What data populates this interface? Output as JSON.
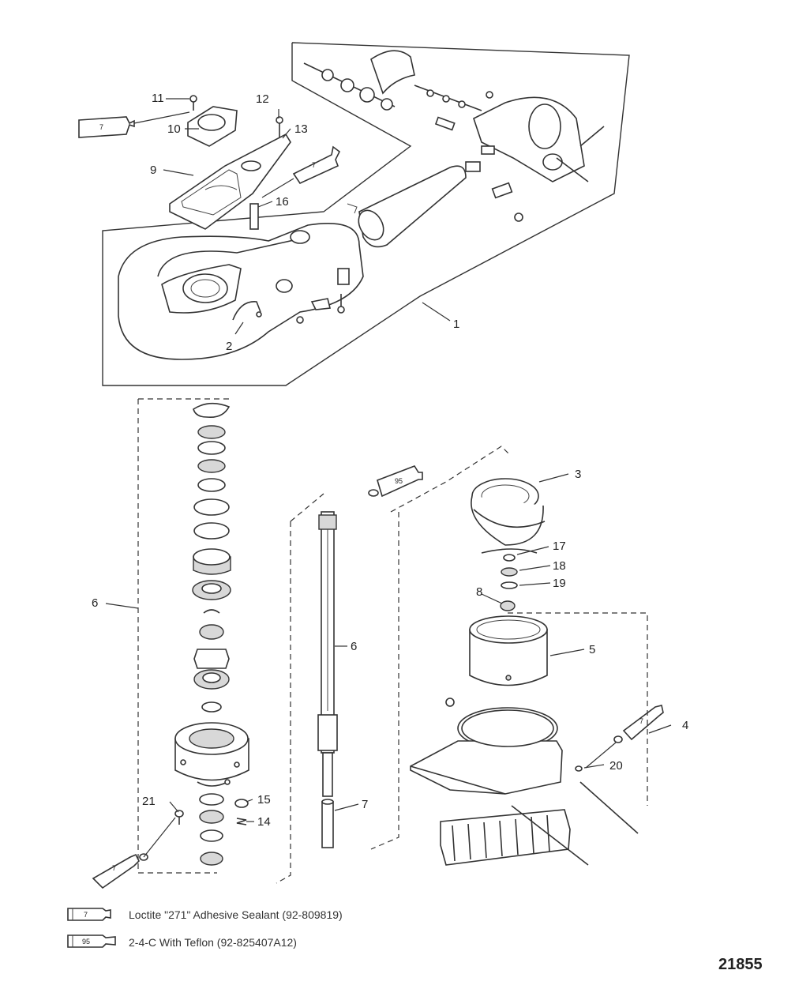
{
  "diagram": {
    "figure_number": "21855",
    "callouts": {
      "c1": "1",
      "c2": "2",
      "c3": "3",
      "c4": "4",
      "c5": "5",
      "c6a": "6",
      "c6b": "6",
      "c7": "7",
      "c8": "8",
      "c9": "9",
      "c10": "10",
      "c11": "11",
      "c12": "12",
      "c13": "13",
      "c14": "14",
      "c15": "15",
      "c16": "16",
      "c17": "17",
      "c18": "18",
      "c19": "19",
      "c20": "20",
      "c21": "21"
    },
    "tube_labels": {
      "t1": "7",
      "t2": "7",
      "t3": "95",
      "t4": "7",
      "t5": "7"
    }
  },
  "legend": {
    "items": [
      {
        "tube": "7",
        "text": "Loctite \"271\" Adhesive Sealant (92-809819)"
      },
      {
        "tube": "95",
        "text": "2-4-C  With Teflon (92-825407A12)"
      }
    ]
  }
}
